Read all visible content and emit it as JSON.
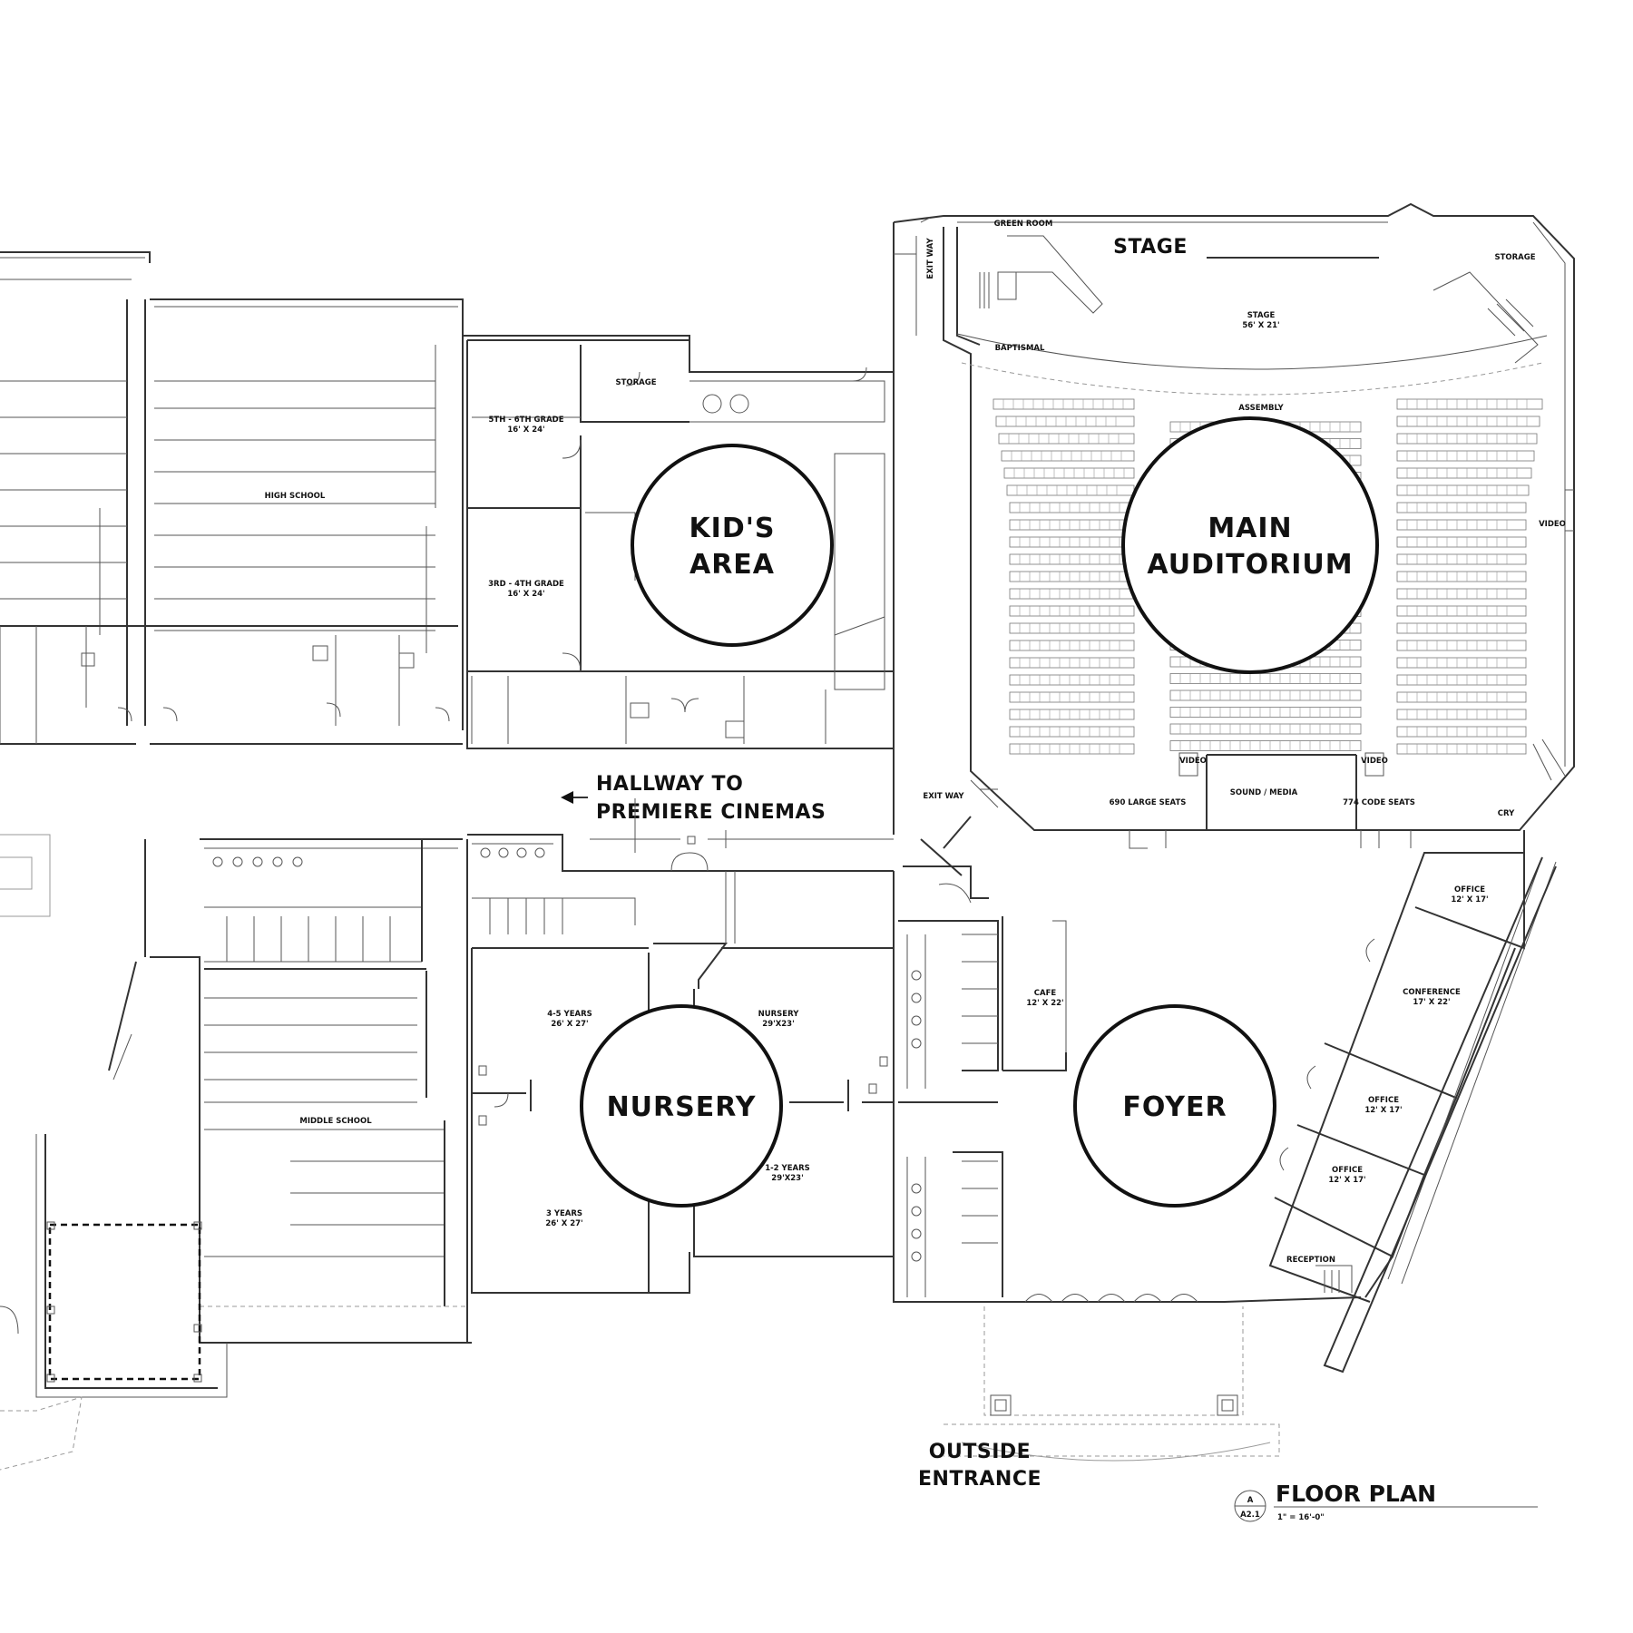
{
  "rooms": {
    "stage_header": "STAGE",
    "green_room": "GREEN ROOM",
    "storage_stage": "STORAGE",
    "stage_line1": "STAGE",
    "stage_line2": "56' X 21'",
    "baptismal": "BAPTISMAL",
    "exit_way_top": "EXIT WAY",
    "exit_way_mid": "EXIT WAY",
    "assembly": "ASSEMBLY",
    "video_left": "VIDEO",
    "video_right": "VIDEO",
    "video_side": "VIDEO",
    "sound_media": "SOUND / MEDIA",
    "large_seats": "690 LARGE SEATS",
    "code_seats": "774 CODE SEATS",
    "cry": "CRY",
    "storage_kids": "STORAGE",
    "grade56_line1": "5TH - 6TH GRADE",
    "grade56_line2": "16' X 24'",
    "grade34_line1": "3RD - 4TH GRADE",
    "grade34_line2": "16' X 24'",
    "high_school": "HIGH SCHOOL",
    "middle_school": "MIDDLE SCHOOL",
    "years45_line1": "4-5 YEARS",
    "years45_line2": "26' X 27'",
    "nursery_room_line1": "NURSERY",
    "nursery_room_line2": "29'X23'",
    "years12_line1": "1-2 YEARS",
    "years12_line2": "29'X23'",
    "years3_line1": "3 YEARS",
    "years3_line2": "26' X 27'",
    "cafe_line1": "CAFE",
    "cafe_line2": "12' X 22'",
    "office1_line1": "OFFICE",
    "office1_line2": "12' X 17'",
    "conference_line1": "CONFERENCE",
    "conference_line2": "17' X 22'",
    "office2_line1": "OFFICE",
    "office2_line2": "12' X 17'",
    "office3_line1": "OFFICE",
    "office3_line2": "12' X 17'",
    "reception": "RECEPTION"
  },
  "areas": {
    "kids_line1": "KID'S",
    "kids_line2": "AREA",
    "auditorium_line1": "MAIN",
    "auditorium_line2": "AUDITORIUM",
    "nursery": "NURSERY",
    "foyer": "FOYER"
  },
  "labels": {
    "hallway_line1": "HALLWAY TO",
    "hallway_line2": "PREMIERE CINEMAS",
    "outside_line1": "OUTSIDE",
    "outside_line2": "ENTRANCE"
  },
  "title_block": {
    "title": "FLOOR PLAN",
    "sheet_ref": "A2.1",
    "sheet_letter": "A",
    "scale": "1\" = 16'-0\""
  }
}
